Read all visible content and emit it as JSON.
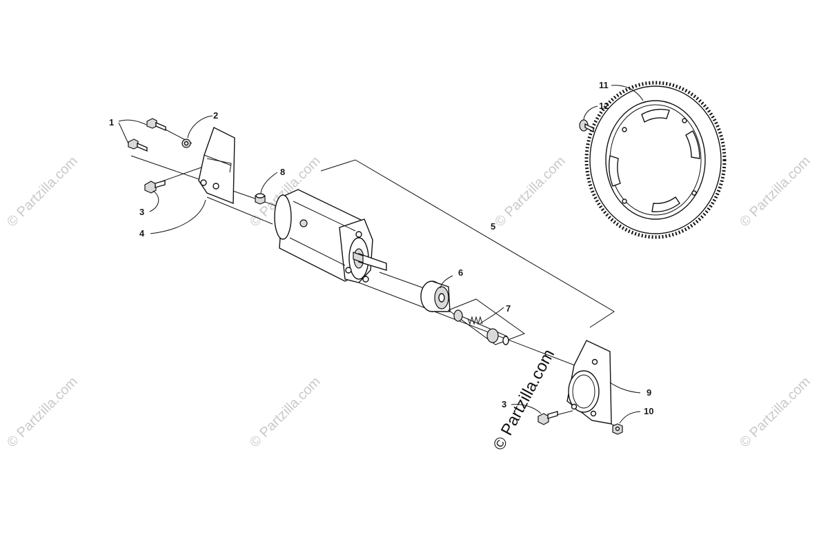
{
  "callouts": [
    "1",
    "2",
    "3",
    "4",
    "5",
    "6",
    "7",
    "8",
    "9",
    "10",
    "11",
    "12",
    "3"
  ],
  "watermark": {
    "text": "© Partzilla.com",
    "center_text": "© Partzilla.com"
  },
  "colors": {
    "ink": "#111111",
    "watermark": "#c9c9c9",
    "background": "#ffffff"
  }
}
